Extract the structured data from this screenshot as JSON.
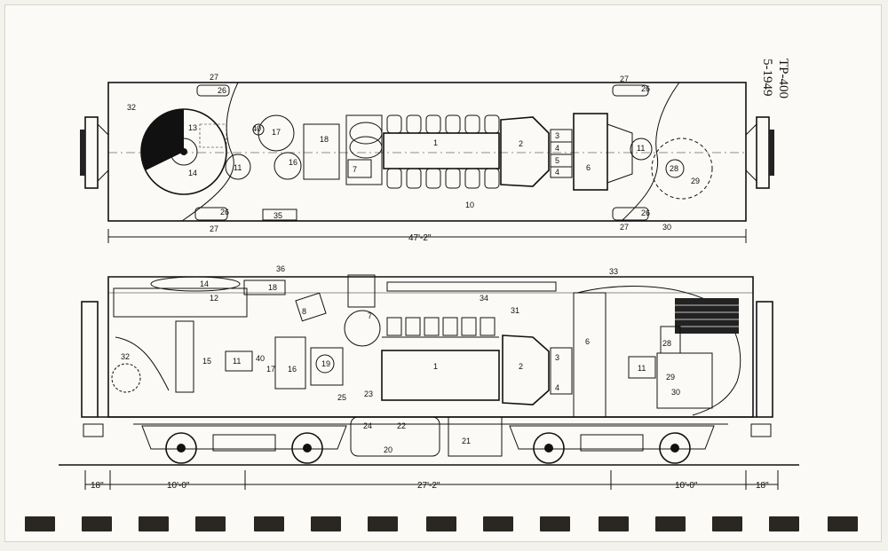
{
  "document": {
    "id": "TP-400",
    "date": "5-1949"
  },
  "plan_view": {
    "overall_length": "47'-2\"",
    "callouts": {
      "c27a": "27",
      "c26a": "26",
      "c32": "32",
      "c27b": "27",
      "c26b": "26",
      "c13": "13",
      "c40": "40",
      "c17": "17",
      "c18": "18",
      "c1": "1",
      "c2": "2",
      "c3": "3",
      "c4": "4",
      "c5": "5",
      "c11a": "11",
      "c14": "14",
      "c16": "16",
      "c7": "7",
      "c6": "6",
      "c11b": "11",
      "c28": "28",
      "c29": "29",
      "c26c": "26",
      "c35": "35",
      "c10": "10",
      "c26d": "26",
      "c27c": "27",
      "c27d": "27",
      "c30": "30",
      "c4b": "4"
    }
  },
  "elevation_view": {
    "callouts": {
      "c36": "36",
      "c33": "33",
      "c14": "14",
      "c18": "18",
      "c12": "12",
      "c34": "34",
      "c8": "8",
      "c7": "7",
      "c31": "31",
      "c6": "6",
      "c28": "28",
      "c32": "32",
      "c15": "15",
      "c11a": "11",
      "c40": "40",
      "c17": "17",
      "c16": "16",
      "c19": "19",
      "c1": "1",
      "c2": "2",
      "c3": "3",
      "c4": "4",
      "c11b": "11",
      "c29": "29",
      "c30": "30",
      "c23": "23",
      "c25": "25",
      "c24": "24",
      "c22": "22",
      "c21": "21",
      "c20": "20"
    },
    "dimensions": {
      "overhang_left": "18\"",
      "truck_left": "10'-0\"",
      "truck_centers": "27'-2\"",
      "truck_right": "10'-0\"",
      "overhang_right": "18\""
    }
  }
}
